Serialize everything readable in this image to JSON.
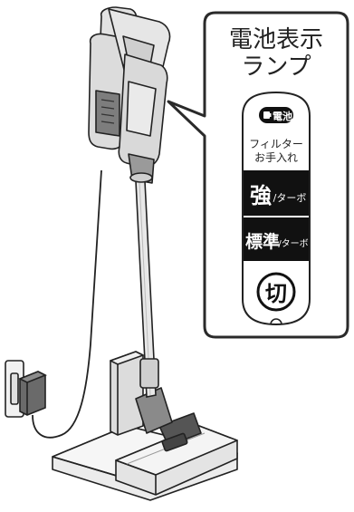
{
  "callout": {
    "title_line1": "電池表示",
    "title_line2": "ランプ"
  },
  "panel": {
    "battery_label": "電池",
    "filter_line1": "フィルター",
    "filter_line2": "お手入れ",
    "strong_main": "強",
    "strong_sub": "/ターボ",
    "standard_main": "標準",
    "standard_sub": "/ターボ",
    "off_label": "切"
  }
}
